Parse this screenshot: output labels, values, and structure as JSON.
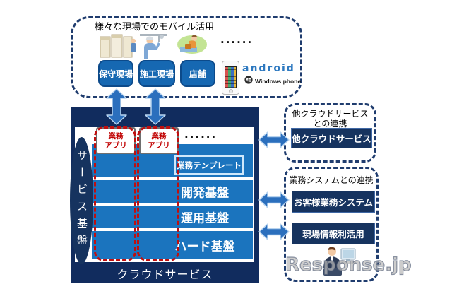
{
  "colors": {
    "navy": "#112c5e",
    "panel_blue": "#1b74be",
    "accent_red": "#bf0f0f",
    "arrow_blue": "#2b6fbd",
    "dash_navy": "#1f3c6e"
  },
  "top_box": {
    "title": "様々な現場でのモバイル活用",
    "dots": "......",
    "sites": [
      {
        "label": "保守現場"
      },
      {
        "label": "施工現場"
      },
      {
        "label": "店舗"
      }
    ],
    "android_label": "android",
    "windows_phone_label": "Windows phone"
  },
  "main_box": {
    "side_label": "サービス基盤",
    "dots": "......",
    "apps": [
      {
        "line1": "業務",
        "line2": "アプリ"
      },
      {
        "line1": "業務",
        "line2": "アプリ"
      }
    ],
    "template_label": "業務テンプレート",
    "layers": [
      {
        "label": "開発基盤"
      },
      {
        "label": "運用基盤"
      },
      {
        "label": "ハード基盤"
      }
    ],
    "bottom_label": "クラウドサービス"
  },
  "right_panel": {
    "cloud_box": {
      "title_line1": "他クラウドサービス",
      "title_line2": "との連携",
      "item_label": "他クラウドサービス"
    },
    "system_box": {
      "title": "業務システムとの連携",
      "items": [
        {
          "label": "お客様業務システム"
        },
        {
          "label": "現場情報利活用"
        }
      ]
    }
  },
  "watermark": "Response.jp"
}
